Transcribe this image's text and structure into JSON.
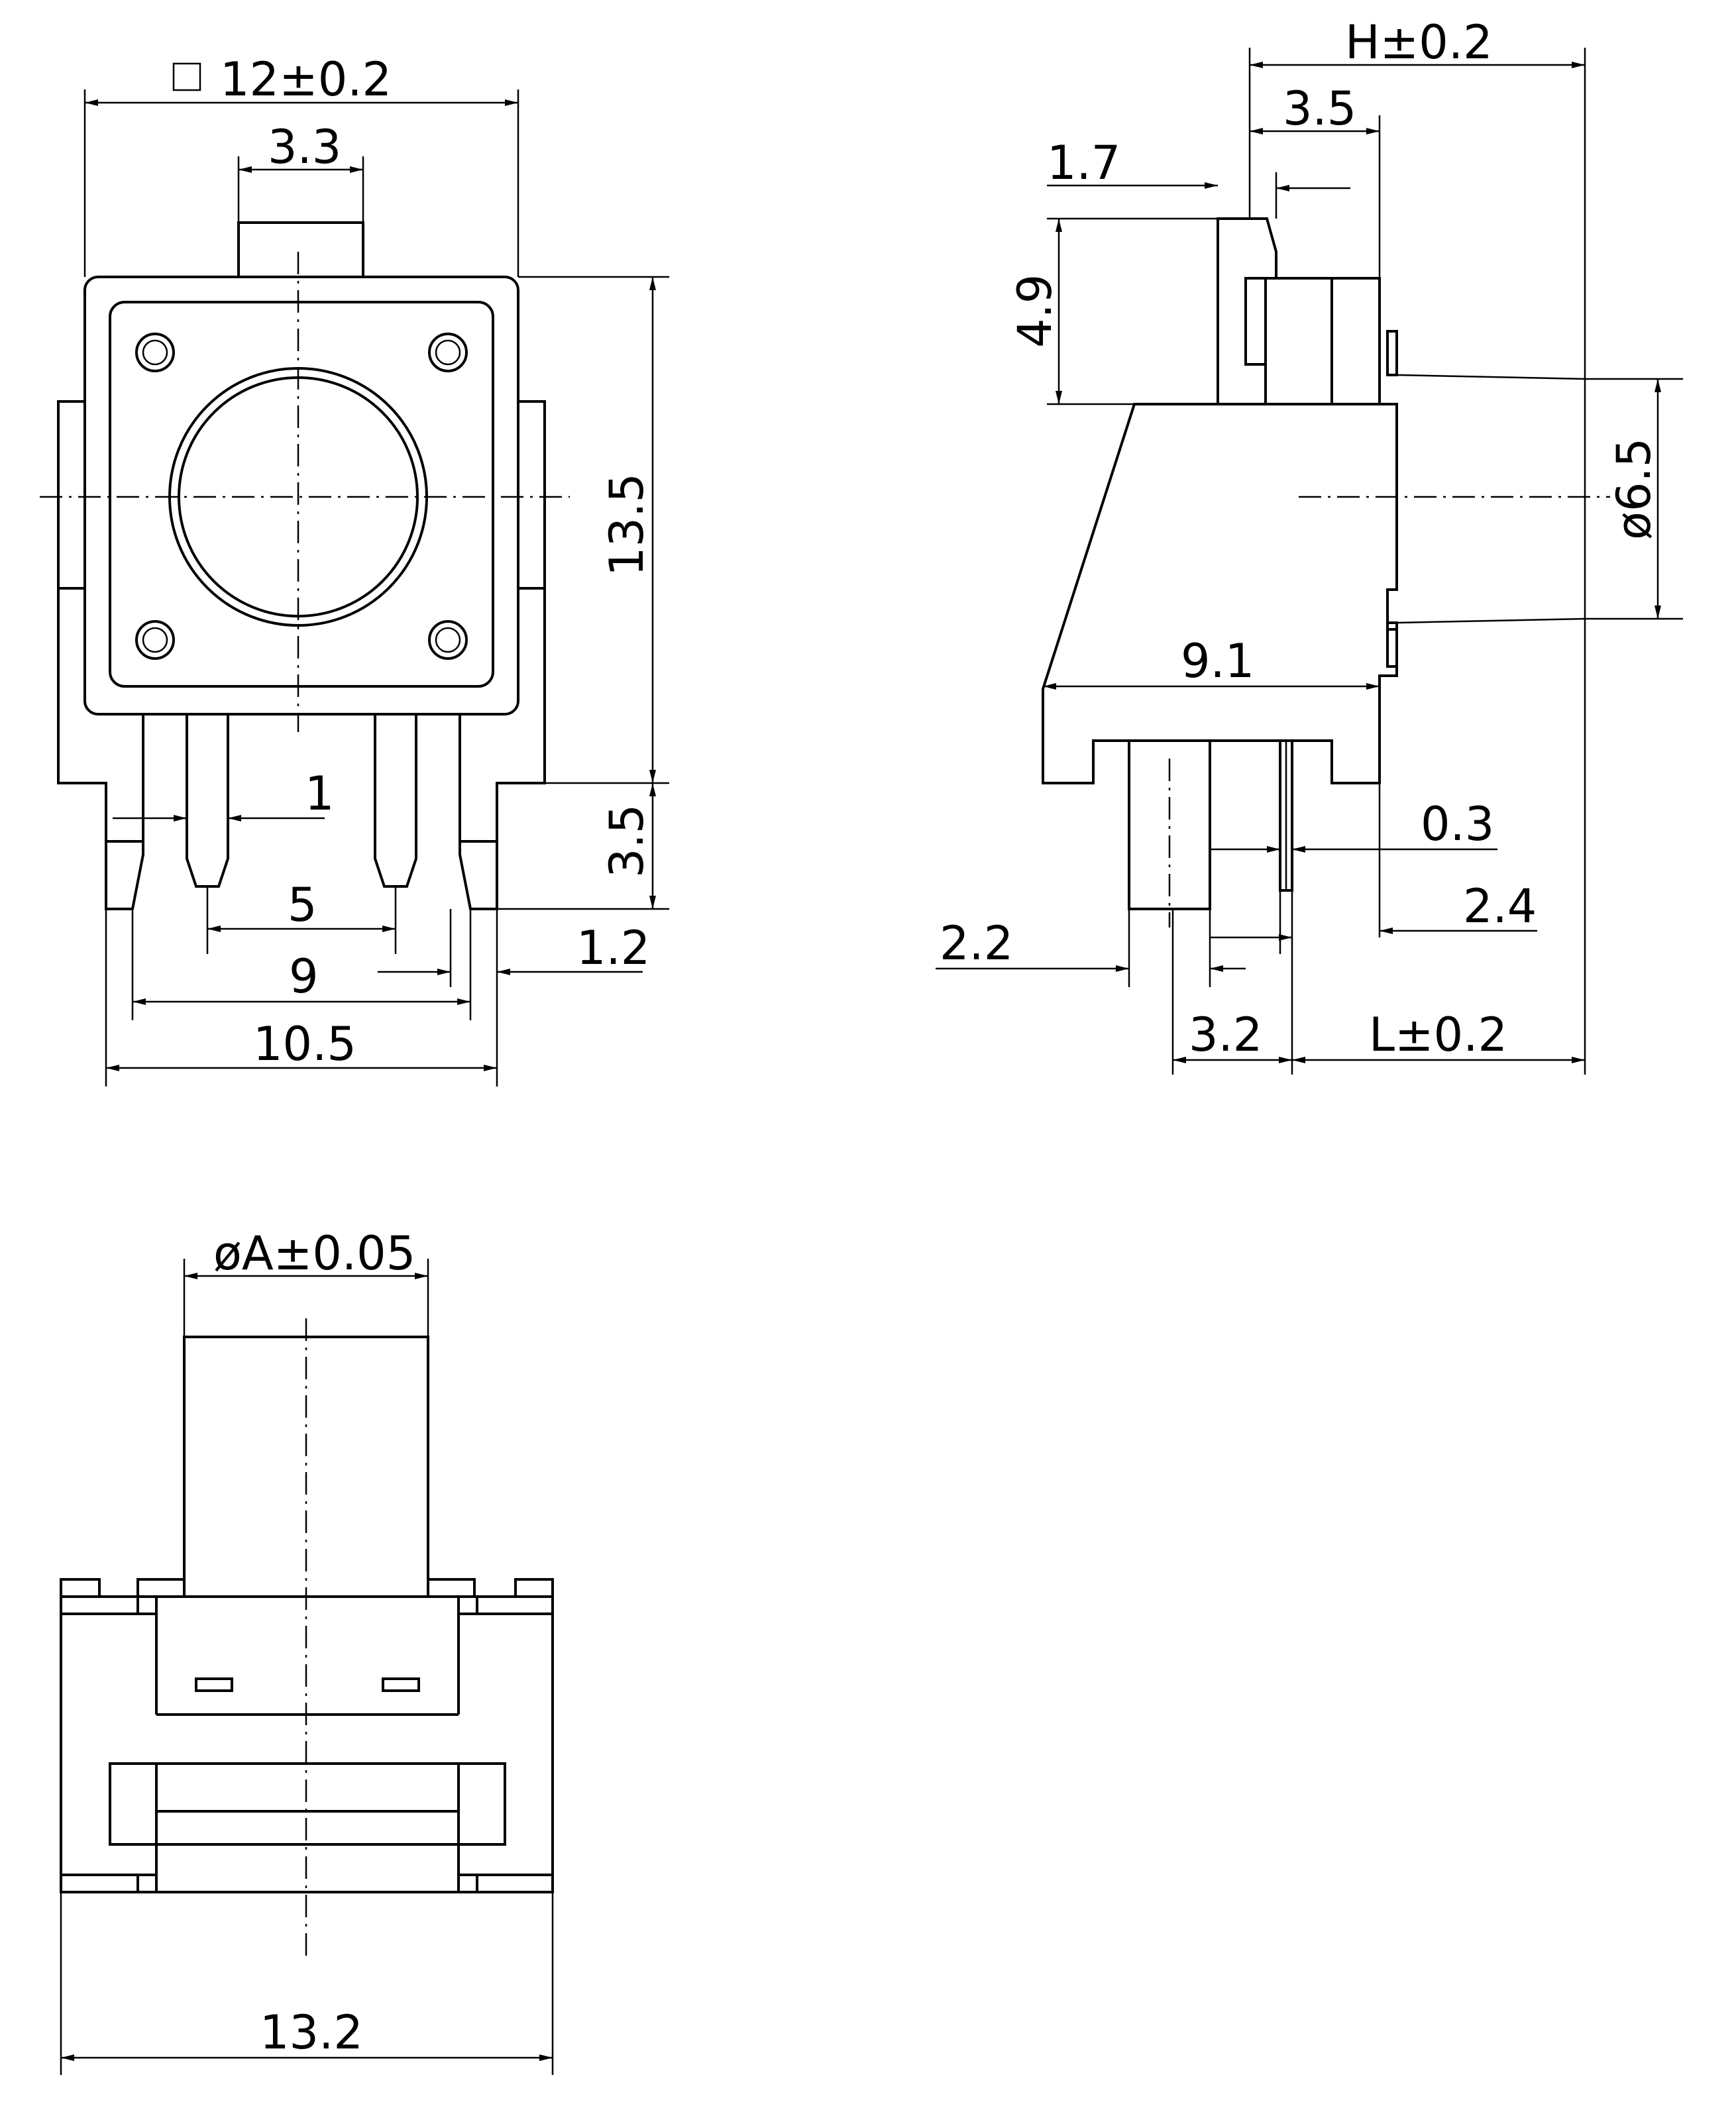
{
  "front_view": {
    "dims": {
      "width": "12±0.2",
      "actuator": "3.3",
      "height": "13.5",
      "pin_height": "3.5",
      "pin_width": "1",
      "pin_pitch_inner": "5",
      "pin_pitch_mid": "9",
      "pin_pitch_outer": "10.5",
      "side_pin": "1.2"
    }
  },
  "side_view": {
    "dims": {
      "total_h": "H±0.2",
      "depth": "3.5",
      "offset": "1.7",
      "height": "4.9",
      "diameter": "ø6.5",
      "base": "9.1",
      "lead_thk": "0.3",
      "lead_gap": "2.4",
      "front_gap": "2.2",
      "pin_dist": "3.2",
      "length": "L±0.2"
    }
  },
  "bottom_view": {
    "dims": {
      "cap_dia": "øA±0.05",
      "width": "13.2"
    }
  }
}
